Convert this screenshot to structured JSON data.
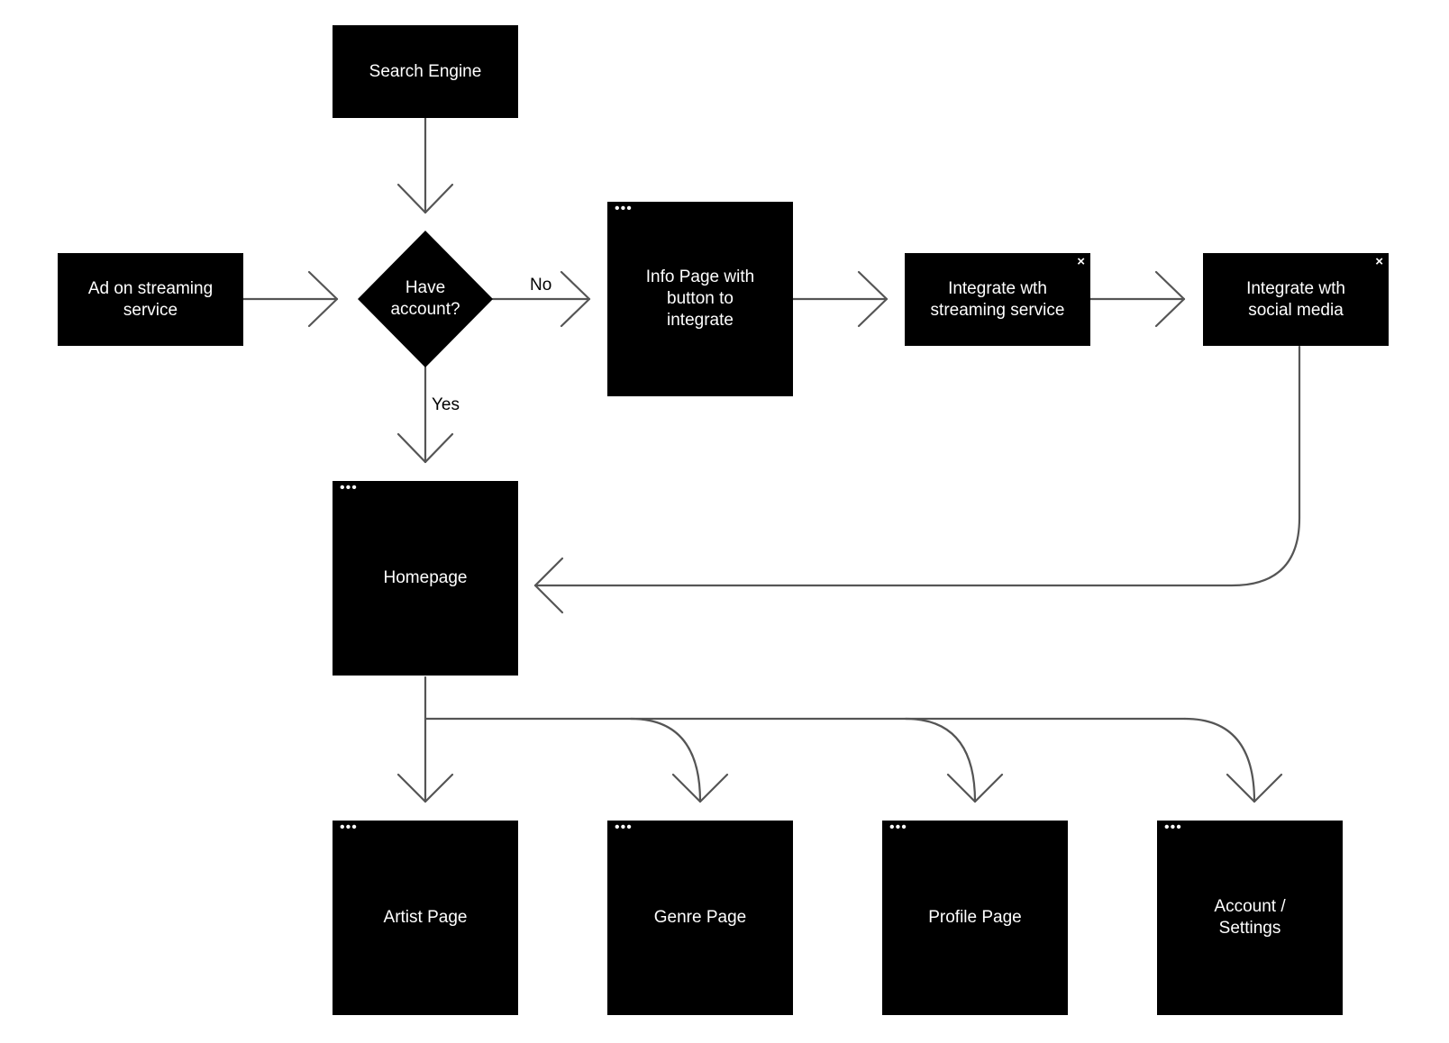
{
  "nodes": {
    "search_engine": "Search Engine",
    "ad": "Ad on streaming\nservice",
    "have_account": "Have\naccount?",
    "info_page": "Info Page with\nbutton to\nintegrate",
    "integrate_streaming": "Integrate wth\nstreaming service",
    "integrate_social": "Integrate wth\nsocial media",
    "homepage": "Homepage",
    "artist_page": "Artist Page",
    "genre_page": "Genre Page",
    "profile_page": "Profile Page",
    "account_settings": "Account /\nSettings"
  },
  "edge_labels": {
    "no": "No",
    "yes": "Yes"
  },
  "icons": {
    "page": "ellipsis-icon",
    "dialog": "close-icon"
  },
  "dots_glyph": "•••",
  "close_glyph": "×",
  "colors": {
    "node_fill": "#000000",
    "edge": "#555555"
  }
}
